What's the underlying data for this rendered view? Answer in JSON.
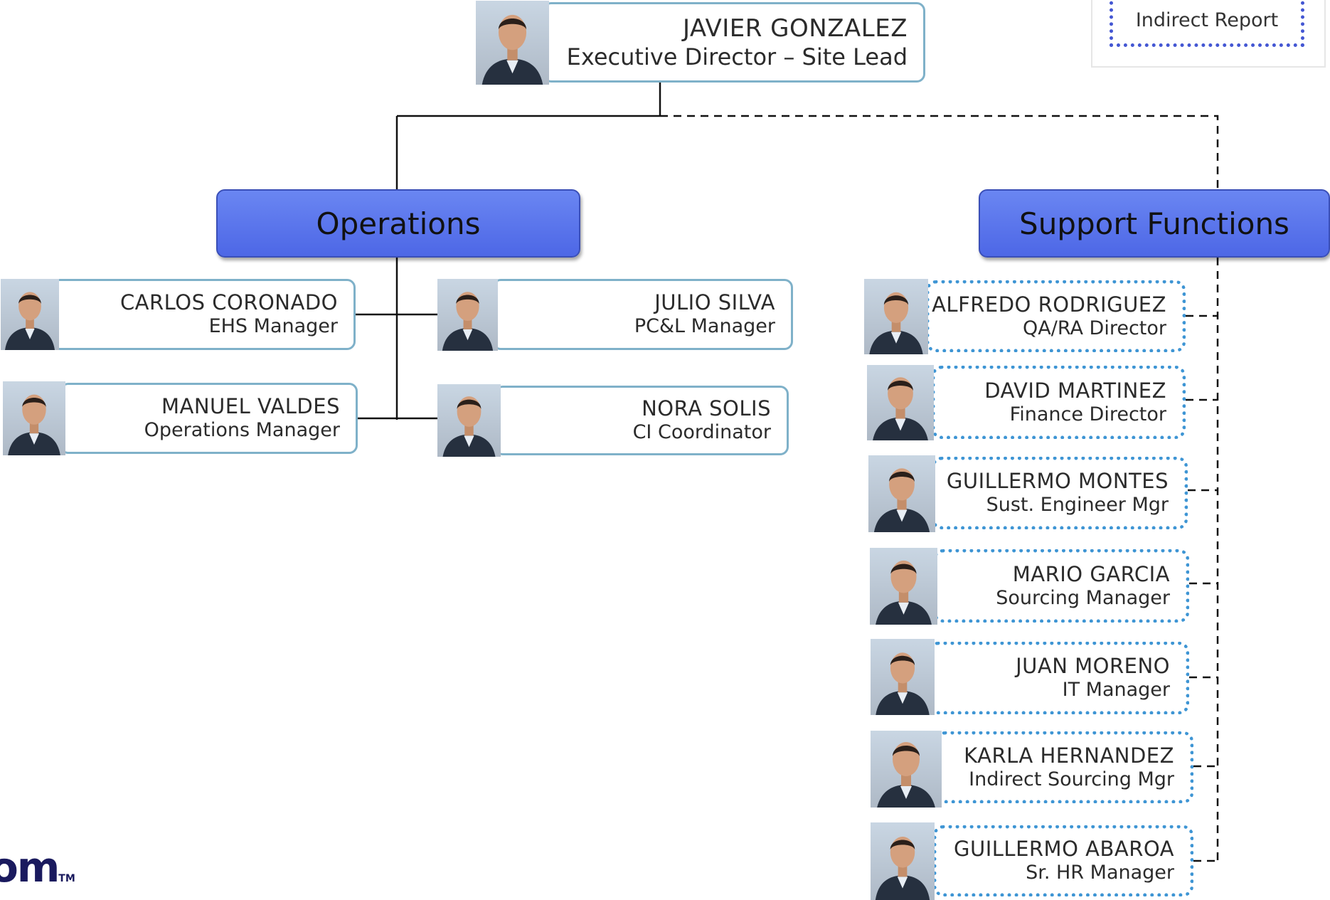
{
  "top": {
    "name": "JAVIER GONZALEZ",
    "title": "Executive Director – Site Lead"
  },
  "legend": {
    "label": "Indirect Report"
  },
  "departments": {
    "operations": "Operations",
    "support": "Support Functions"
  },
  "operations": [
    {
      "name": "CARLOS CORONADO",
      "title": "EHS Manager"
    },
    {
      "name": "MANUEL VALDES",
      "title": "Operations Manager"
    },
    {
      "name": "JULIO SILVA",
      "title": "PC&L Manager"
    },
    {
      "name": "NORA SOLIS",
      "title": "CI Coordinator"
    }
  ],
  "support": [
    {
      "name": "ALFREDO RODRIGUEZ",
      "title": "QA/RA Director"
    },
    {
      "name": "DAVID MARTINEZ",
      "title": "Finance Director"
    },
    {
      "name": "GUILLERMO MONTES",
      "title": "Sust. Engineer Mgr"
    },
    {
      "name": "MARIO GARCIA",
      "title": "Sourcing Manager"
    },
    {
      "name": "JUAN MORENO",
      "title": "IT Manager"
    },
    {
      "name": "KARLA HERNANDEZ",
      "title": "Indirect Sourcing Mgr"
    },
    {
      "name": "GUILLERMO ABAROA",
      "title": "Sr. HR Manager"
    }
  ],
  "logo": {
    "text": "om",
    "tm": "TM"
  },
  "colors": {
    "department_fill": "#5b74ec",
    "direct_border": "#7fb1c9",
    "indirect_border": "#3e95d4",
    "legend_border": "#4457d3",
    "connector": "#111111"
  }
}
